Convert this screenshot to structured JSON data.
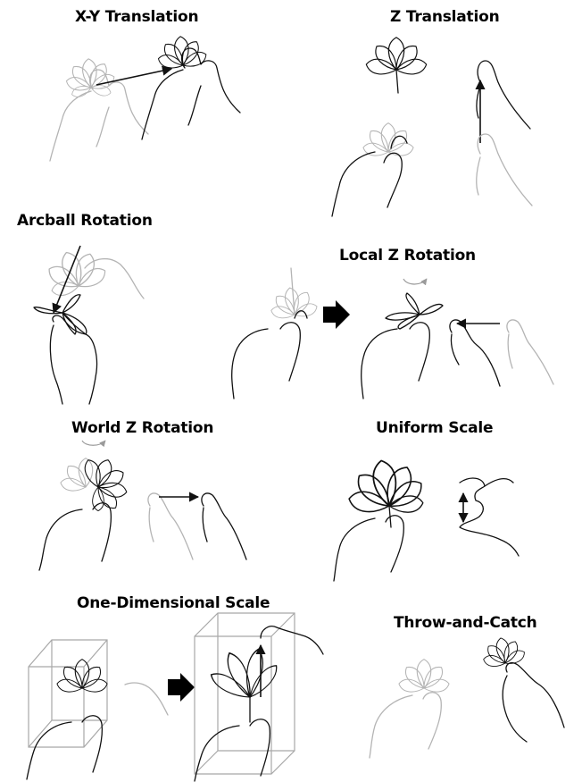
{
  "panels": {
    "xy_translation": {
      "title": "X-Y Translation"
    },
    "z_translation": {
      "title": "Z Translation"
    },
    "arcball_rotation": {
      "title": "Arcball Rotation"
    },
    "local_z_rotation": {
      "title": "Local Z Rotation"
    },
    "world_z_rotation": {
      "title": "World Z Rotation"
    },
    "uniform_scale": {
      "title": "Uniform Scale"
    },
    "one_dimensional_scale": {
      "title": "One-Dimensional Scale"
    },
    "throw_and_catch": {
      "title": "Throw-and-Catch"
    }
  },
  "colors": {
    "ink": "#111111",
    "ghost": "#b4b4b4",
    "box": "#a8a8a8",
    "background": "#ffffff"
  },
  "icons": {
    "flower": "flower-icon",
    "hand": "hand-icon",
    "motion_arrow": "arrow-icon",
    "transition_arrow": "block-arrow-icon",
    "rotation": "rotation-arrow-icon",
    "bounding_box": "bounding-box-icon"
  }
}
